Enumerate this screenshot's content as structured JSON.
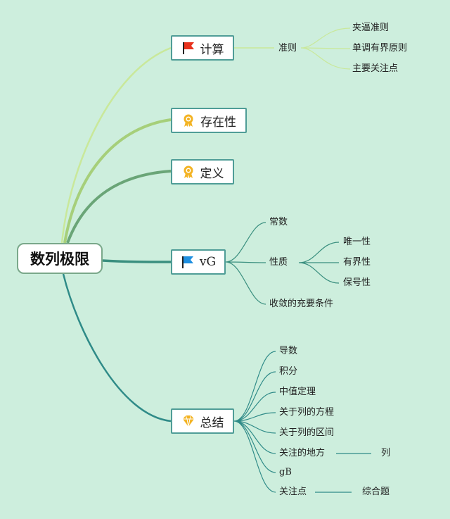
{
  "root": {
    "label": "数列极限"
  },
  "branches": {
    "compute": {
      "label": "计算",
      "icon": "red-flag-icon",
      "criteria": {
        "label": "准则"
      },
      "criteria_items": [
        "夹逼准则",
        "单调有界原则",
        "主要关注点"
      ]
    },
    "existence": {
      "label": "存在性",
      "icon": "award-ribbon-icon"
    },
    "definition": {
      "label": "定义",
      "icon": "award-ribbon-icon"
    },
    "vg": {
      "label": "vG",
      "icon": "blue-flag-icon",
      "children": {
        "constant": "常数",
        "property": "性质",
        "condition": "收敛的充要条件"
      },
      "property_items": [
        "唯一性",
        "有界性",
        "保号性"
      ]
    },
    "summary": {
      "label": "总结",
      "icon": "diamond-icon",
      "items": [
        "导数",
        "积分",
        "中值定理",
        "关于列的方程",
        "关于列的区间",
        "关注的地方",
        "gB",
        "关注点"
      ],
      "attention_child": "列",
      "focus_child": "综合题"
    }
  },
  "colors": {
    "background": "#cdeedd",
    "branch_compute": "#c9e89a",
    "branch_existence": "#a6cf7a",
    "branch_definition": "#6aa577",
    "branch_vg": "#3a8f7f",
    "branch_summary": "#2f8b88",
    "flag_red": "#e8321e",
    "flag_blue": "#1f8fe0",
    "icon_gold": "#f3b323"
  }
}
